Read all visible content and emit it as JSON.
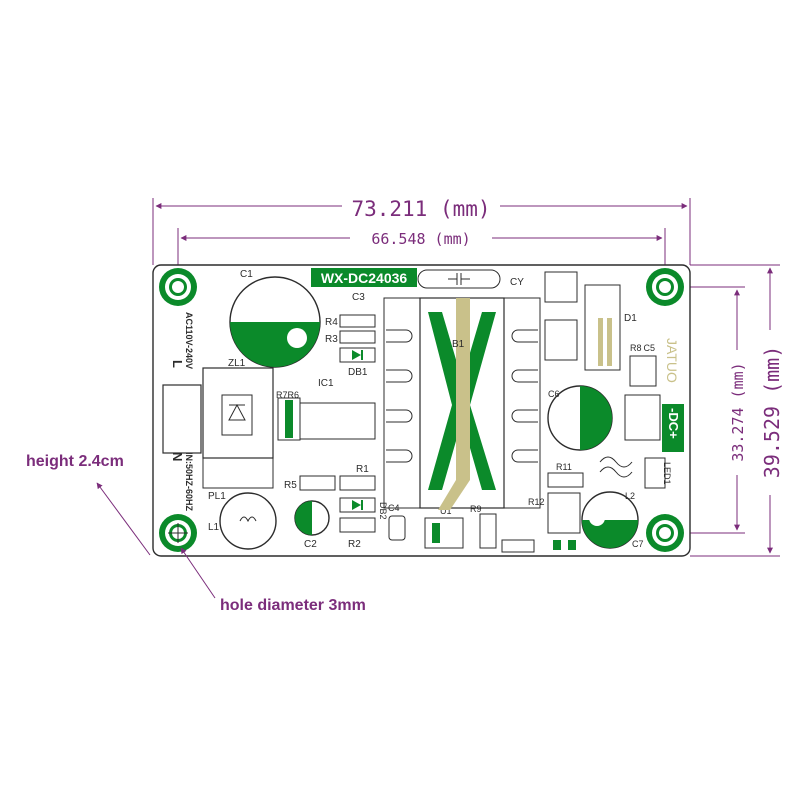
{
  "dimensions": {
    "overall_width": "73.211 (mm)",
    "hole_spacing_width": "66.548 (mm)",
    "overall_height": "39.529 (mm)",
    "hole_spacing_height": "33.274 (mm)"
  },
  "annotations": {
    "height": "height 2.4cm",
    "hole": "hole diameter 3mm"
  },
  "board": {
    "model": "WX-DC24036",
    "ac_input": "AC110V-240V",
    "ac_freq": "IN:50HZ-60HZ",
    "ac_l": "L",
    "ac_n": "N",
    "brand": "JATUO",
    "dc_output": "-DC+",
    "components": {
      "c1": "C1",
      "c2": "C2",
      "c3": "C3",
      "c4": "C4",
      "c5": "C5",
      "c6": "C6",
      "c7": "C7",
      "r1": "R1",
      "r2": "R2",
      "r3": "R3",
      "r4": "R4",
      "r5": "R5",
      "r6": "R7R6",
      "r8": "R8",
      "r9": "R9",
      "r11": "R11",
      "r12": "R12",
      "zl1": "ZL1",
      "pl1": "PL1",
      "l1": "L1",
      "l2": "L2",
      "ic1": "IC1",
      "db1": "DB1",
      "db2": "DB2",
      "b1": "B1",
      "cy": "CY",
      "d1": "D1",
      "u1": "U1",
      "led1": "LED1"
    }
  },
  "colors": {
    "dimension": "#7b2d7b",
    "pcb_green": "#0b8a2a",
    "trace_khaki": "#c9c18a",
    "silkscreen": "#2c2c2c"
  }
}
